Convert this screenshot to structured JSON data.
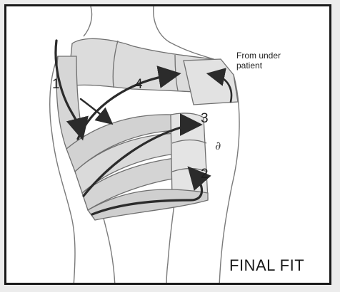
{
  "figure": {
    "note_line_1": "From under",
    "note_line_2": "patient",
    "step_labels": [
      "1",
      "2",
      "3",
      "4"
    ],
    "small_mark": "∂",
    "caption": "FINAL FIT"
  },
  "colors": {
    "outline": "#6f6f6f",
    "bandage_fill": "#d9d9d9",
    "bandage_shadow": "#c4c4c4",
    "arrow": "#2b2b2b",
    "frame_border": "#1a1a1a"
  }
}
